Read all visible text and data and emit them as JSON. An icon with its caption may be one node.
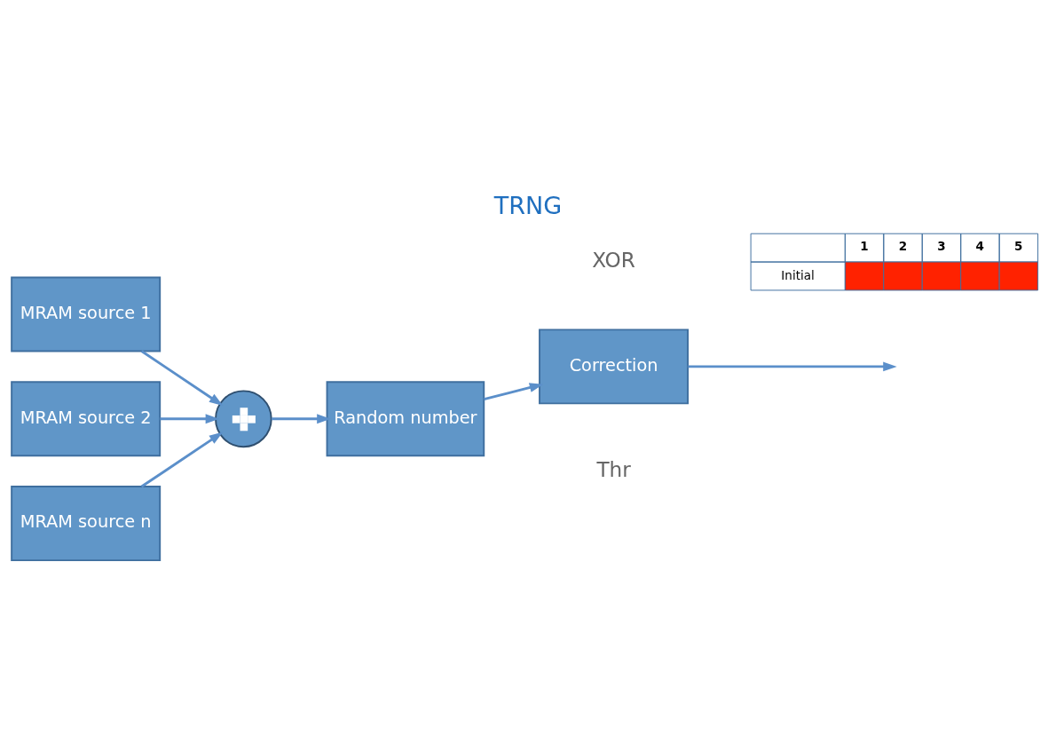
{
  "diagram": {
    "title": "TRNG",
    "nodes": [
      {
        "text": [
          "MRAM source 1"
        ]
      },
      {
        "text": [
          "MRAM source 2"
        ]
      },
      {
        "text": [
          "MRAM source n"
        ]
      },
      {
        "text": [],
        "shape": "circle"
      },
      {
        "text": [
          "Random number"
        ]
      },
      {
        "text": [
          "Correction"
        ]
      }
    ],
    "edges": [
      {
        "from": 0,
        "to": 3,
        "arrow": "to"
      },
      {
        "from": 1,
        "to": 3,
        "arrow": "to"
      },
      {
        "from": 2,
        "to": 3,
        "arrow": "to"
      },
      {
        "from": 3,
        "to": 4,
        "arrow": "to"
      },
      {
        "from": 4,
        "to": 5,
        "arrow": "to"
      },
      {
        "from": 5,
        "to": null,
        "arrow": "to"
      }
    ],
    "labels": [
      "Thr",
      "XOR",
      "1",
      "2",
      "3",
      "4",
      "5",
      "Initial"
    ]
  }
}
